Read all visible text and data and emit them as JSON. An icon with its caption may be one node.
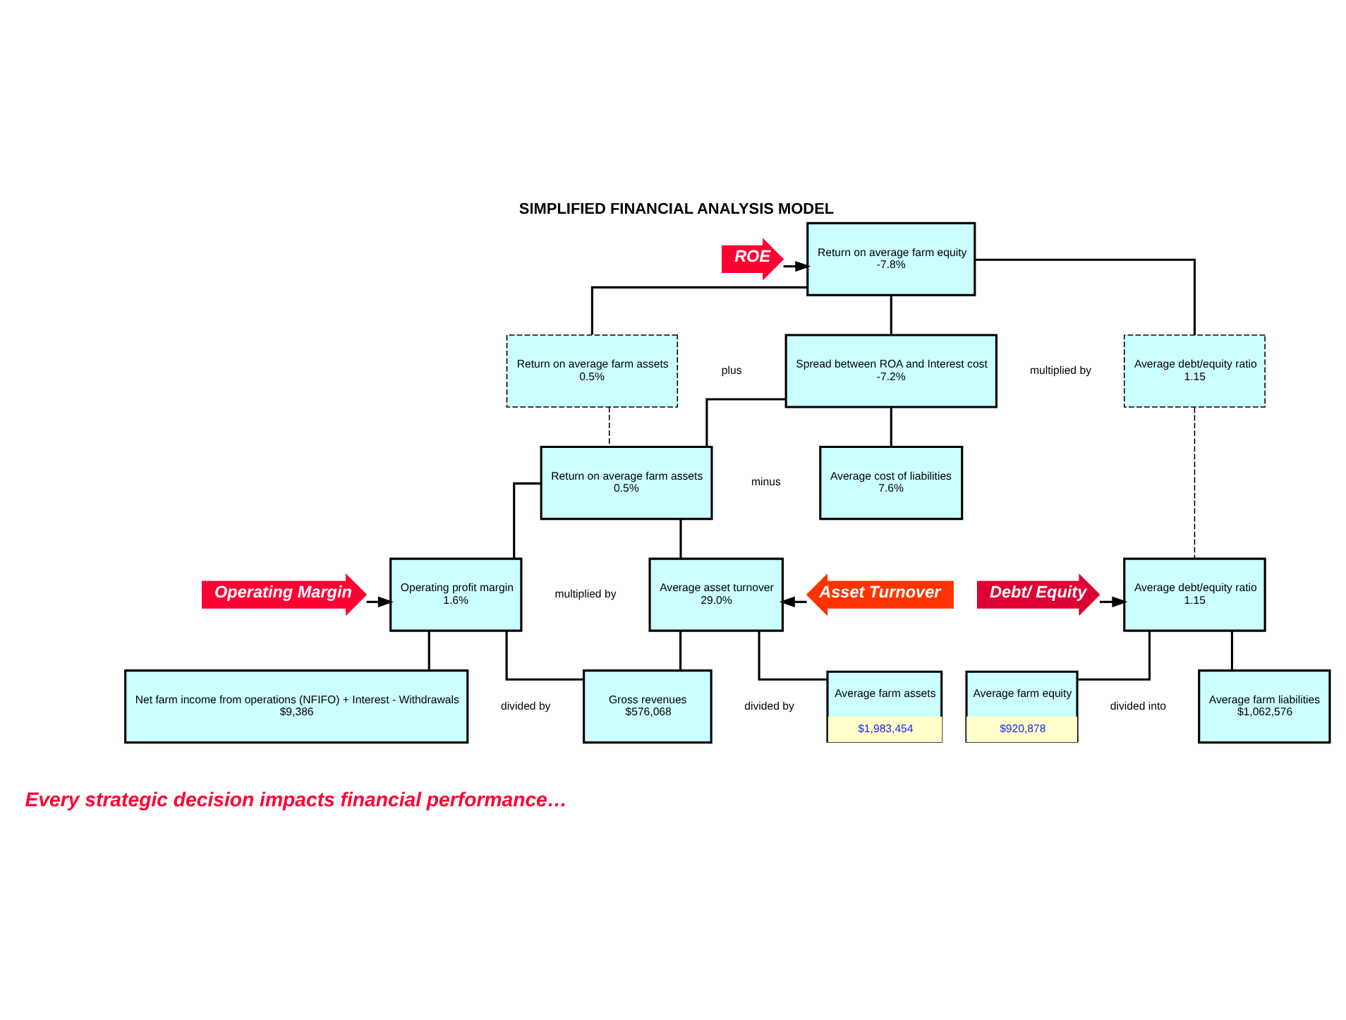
{
  "diagram": {
    "title": "SIMPLIFIED FINANCIAL ANALYSIS MODEL",
    "caption": "Every strategic decision impacts financial performance…",
    "nodes": [
      {
        "text": [
          "ROE"
        ]
      },
      {
        "text": [
          "Return on average farm equity",
          "-7.8%"
        ]
      },
      {
        "text": [
          "Return on average farm assets",
          "0.5%"
        ]
      },
      {
        "text": [
          "Spread between ROA and Interest cost",
          "-7.2%"
        ]
      },
      {
        "text": [
          "Average debt/equity ratio",
          "1.15"
        ]
      },
      {
        "text": [
          "Return on average farm assets",
          "0.5%"
        ]
      },
      {
        "text": [
          "Average cost of liabilities",
          "7.6%"
        ]
      },
      {
        "text": [
          "Operating Margin"
        ]
      },
      {
        "text": [
          "Operating profit margin",
          "1.6%"
        ]
      },
      {
        "text": [
          "Average asset turnover",
          "29.0%"
        ]
      },
      {
        "text": [
          "Asset Turnover"
        ]
      },
      {
        "text": [
          "Debt/ Equity"
        ]
      },
      {
        "text": [
          "Average debt/equity ratio",
          "1.15"
        ]
      },
      {
        "text": [
          "Net farm income from operations (NFIFO) + Interest - Withdrawals",
          "$9,386"
        ]
      },
      {
        "text": [
          "Gross revenues",
          "$576,068"
        ]
      },
      {
        "text": [
          "Average farm assets",
          "$1,983,454"
        ]
      },
      {
        "text": [
          "Average farm equity",
          "$920,878"
        ]
      },
      {
        "text": [
          "Average farm liabilities",
          "$1,062,576"
        ]
      }
    ],
    "edges": [
      {
        "from": 0,
        "to": 1,
        "arrow": "to"
      },
      {
        "from": 1,
        "to": 2,
        "arrow": "none"
      },
      {
        "from": 1,
        "to": 3,
        "arrow": "none"
      },
      {
        "from": 1,
        "to": 4,
        "arrow": "none"
      },
      {
        "from": 3,
        "to": 5,
        "arrow": "none"
      },
      {
        "from": 3,
        "to": 6,
        "arrow": "none"
      },
      {
        "from": 2,
        "to": 5,
        "arrow": "none",
        "style": "dashed"
      },
      {
        "from": 4,
        "to": 12,
        "arrow": "none",
        "style": "dashed"
      },
      {
        "from": 5,
        "to": 8,
        "arrow": "none"
      },
      {
        "from": 5,
        "to": 9,
        "arrow": "none"
      },
      {
        "from": 7,
        "to": 8,
        "arrow": "to"
      },
      {
        "from": 10,
        "to": 9,
        "arrow": "to"
      },
      {
        "from": 11,
        "to": 12,
        "arrow": "to"
      },
      {
        "from": 8,
        "to": 13,
        "arrow": "none"
      },
      {
        "from": 8,
        "to": 14,
        "arrow": "none"
      },
      {
        "from": 9,
        "to": 14,
        "arrow": "none"
      },
      {
        "from": 9,
        "to": 15,
        "arrow": "none"
      },
      {
        "from": 12,
        "to": 16,
        "arrow": "none"
      },
      {
        "from": 12,
        "to": 17,
        "arrow": "none"
      }
    ],
    "labels": [
      "plus",
      "multiplied by",
      "minus",
      "multiplied by",
      "divided by",
      "divided by",
      "divided into"
    ]
  }
}
